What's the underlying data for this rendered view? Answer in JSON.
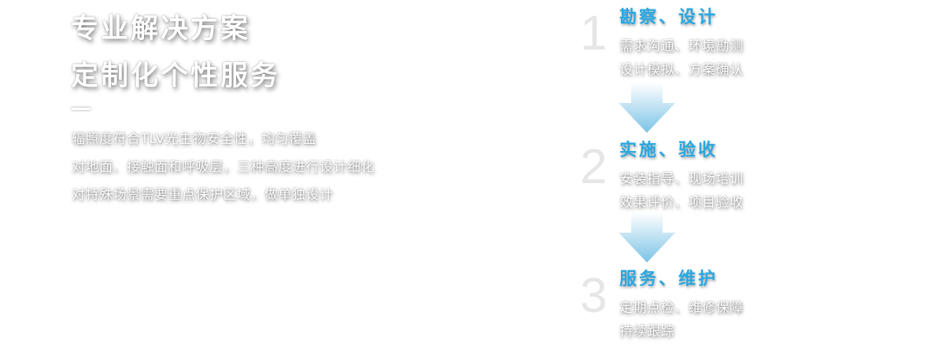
{
  "left": {
    "headline_line1": "专业解决方案",
    "headline_line2": "定制化个性服务",
    "desc_line1": "辐照度符合TLV光生物安全性，均匀覆盖",
    "desc_line2": "对地面、接触面和呼吸层，三种高度进行设计细化",
    "desc_line3": "对特殊场景需要重点保护区域，做单独设计"
  },
  "steps": [
    {
      "number": "1",
      "title": "勘察、设计",
      "line1": "需求沟通、环境勘测",
      "line2": "设计模拟、方案确认"
    },
    {
      "number": "2",
      "title": "实施、验收",
      "line1": "安装指导、现场培训",
      "line2": "效果评价、项目验收"
    },
    {
      "number": "3",
      "title": "服务、维护",
      "line1": "定期点检、维修保障",
      "line2": "持续跟踪"
    }
  ],
  "icons": {
    "arrow": "arrow-down-icon",
    "arrow_color_top": "#ffffff",
    "arrow_color_bottom": "#7cc3e6"
  },
  "colors": {
    "accent": "#2aa7e0",
    "number": "#e6e6e6"
  }
}
